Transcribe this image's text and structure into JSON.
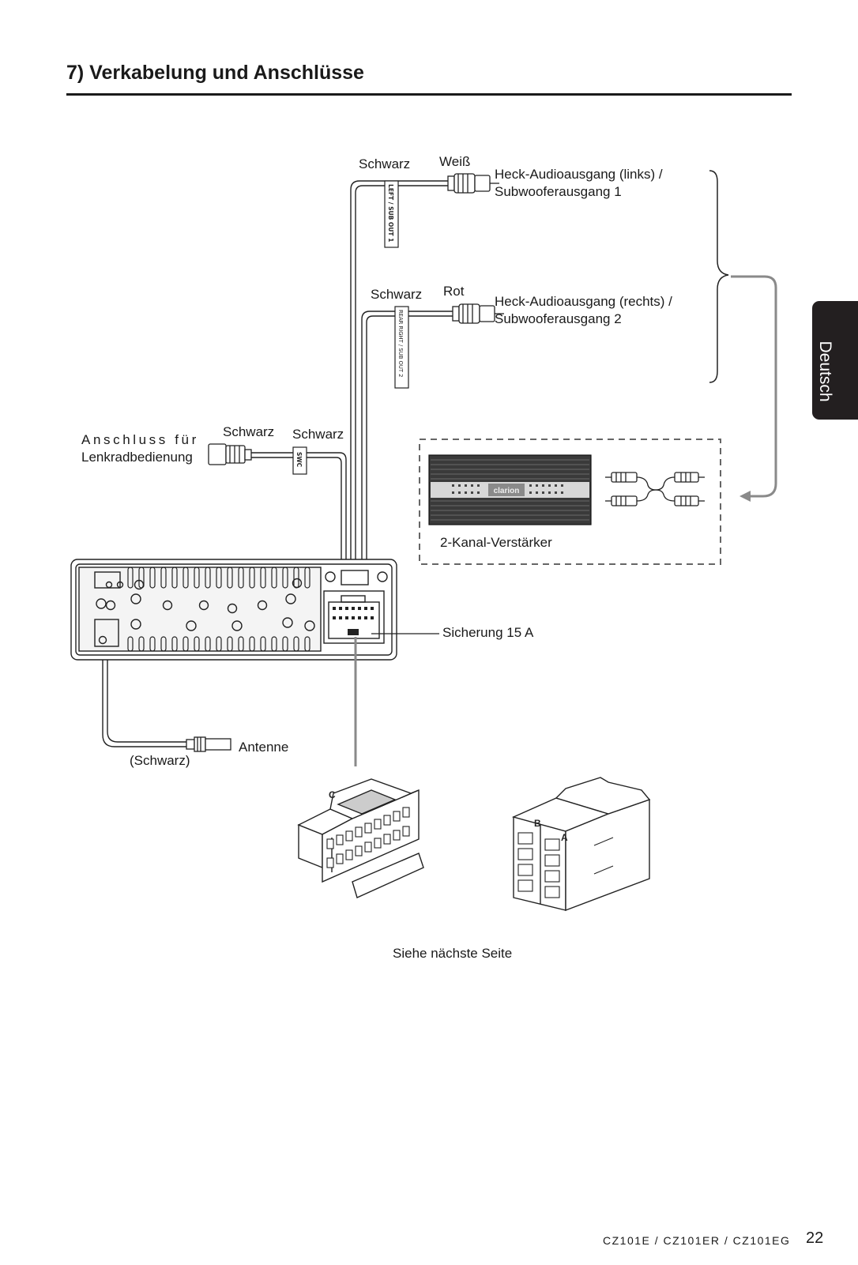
{
  "header": {
    "title": "7) Verkabelung und Anschlüsse"
  },
  "side_tab": {
    "label": "Deutsch"
  },
  "rca_out_1": {
    "cable_color": "Schwarz",
    "plug_color": "Weiß",
    "sleeve_label": "LEFT / SUB OUT 1",
    "line1": "Heck-Audioausgang (links) /",
    "line2": "Subwooferausgang 1"
  },
  "rca_out_2": {
    "cable_color": "Schwarz",
    "plug_color": "Rot",
    "sleeve_label": "REAR RIGHT / SUB OUT 2",
    "line1": "Heck-Audioausgang (rechts) /",
    "line2": "Subwooferausgang 2"
  },
  "swc": {
    "line1": "Anschluss für",
    "line2": "Lenkradbedienung",
    "plug_color": "Schwarz",
    "cable_color": "Schwarz",
    "sleeve_label": "SWC"
  },
  "amplifier": {
    "label": "2-Kanal-Verstärker",
    "brand": "clarion"
  },
  "fuse": {
    "label": "Sicherung 15 A"
  },
  "antenna": {
    "label": "Antenne",
    "color_note": "(Schwarz)"
  },
  "connectors": {
    "c_label": "C",
    "b_label": "B",
    "a_label": "A"
  },
  "next_page": "Siehe nächste Seite",
  "footer": {
    "models": "CZ101E / CZ101ER / CZ101EG",
    "page_number": "22"
  },
  "colors": {
    "text": "#1a1a1a",
    "tab_bg": "#231f20",
    "arrow_gray": "#8a8a8a"
  }
}
